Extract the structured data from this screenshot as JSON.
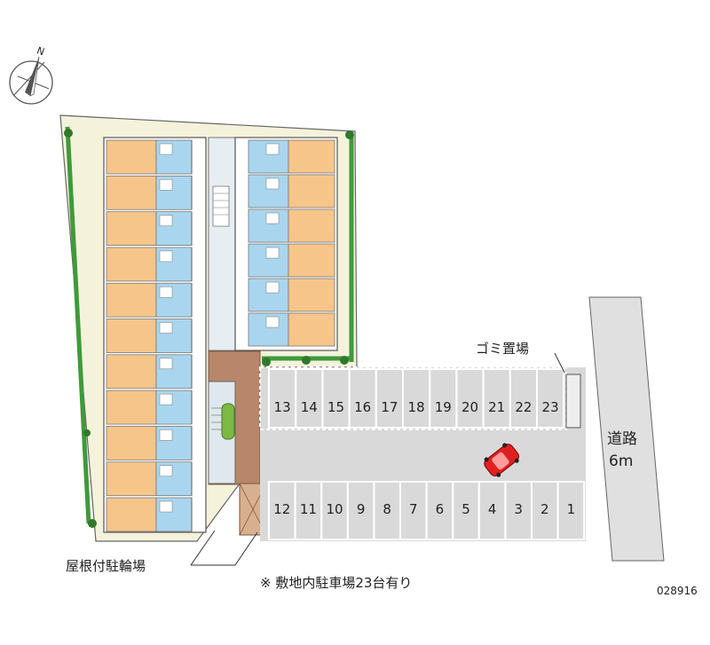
{
  "north_label": "N",
  "parking": {
    "top_row": [
      "13",
      "14",
      "15",
      "16",
      "17",
      "18",
      "19",
      "20",
      "21",
      "22",
      "23"
    ],
    "bottom_row": [
      "12",
      "11",
      "10",
      "9",
      "8",
      "7",
      "6",
      "5",
      "4",
      "3",
      "2",
      "1"
    ]
  },
  "labels": {
    "garbage": "ゴミ置場",
    "road_name": "道路",
    "road_width": "6m",
    "bicycle": "屋根付駐輪場",
    "note": "※ 敷地内駐車場23台有り",
    "code": "028916"
  },
  "colors": {
    "room_orange": "#f6c58a",
    "room_blue": "#a9d6ee",
    "parking_gray": "#d9d9d9",
    "road_gray": "#e0e0e0",
    "site_cream": "#f5f2dc",
    "hedge_green": "#3f9a3a",
    "paving_brown": "#b8866a",
    "car_red": "#e02020"
  },
  "icons": [
    "compass-icon",
    "car-icon"
  ]
}
